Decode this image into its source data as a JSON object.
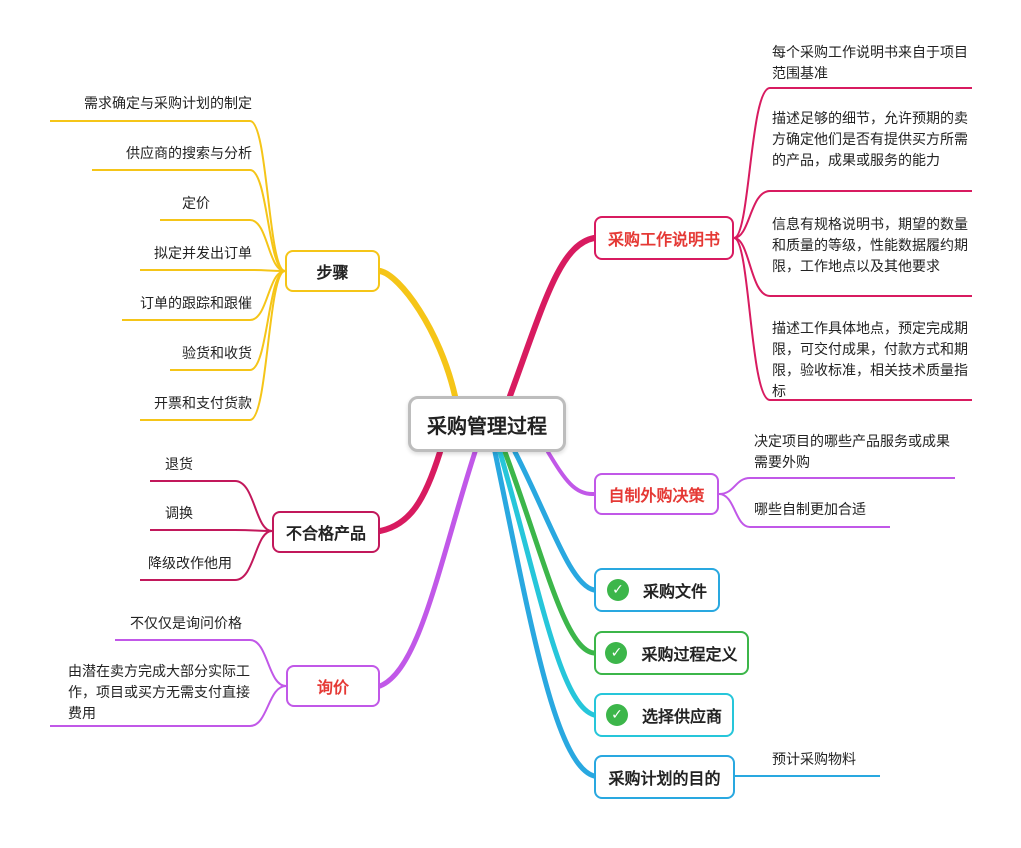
{
  "root": {
    "label": "采购管理过程"
  },
  "steps": {
    "label": "步骤",
    "color": "#f5c518",
    "items": [
      "需求确定与采购计划的制定",
      "供应商的搜索与分析",
      "定价",
      "拟定并发出订单",
      "订单的跟踪和跟催",
      "验货和收货",
      "开票和支付货款"
    ]
  },
  "nonconforming": {
    "label": "不合格产品",
    "color": "#c2185b",
    "items": [
      "退货",
      "调换",
      "降级改作他用"
    ]
  },
  "inquiry": {
    "label": "询价",
    "color": "#c158e8",
    "items": [
      "不仅仅是询问价格",
      "由潜在卖方完成大部分实际工作，项目或买方无需支付直接费用"
    ]
  },
  "sow": {
    "label": "采购工作说明书",
    "color": "#d81b60",
    "items": [
      "每个采购工作说明书来自于项目范围基准",
      "描述足够的细节，允许预期的卖方确定他们是否有提供买方所需的产品，成果或服务的能力",
      "信息有规格说明书，期望的数量和质量的等级，性能数据履约期限，工作地点以及其他要求",
      "描述工作具体地点，预定完成期限，可交付成果，付款方式和期限，验收标准，相关技术质量指标"
    ]
  },
  "makebuy": {
    "label": "自制外购决策",
    "color": "#c158e8",
    "items": [
      "决定项目的哪些产品服务或成果需要外购",
      "哪些自制更加合适"
    ]
  },
  "docs": {
    "label": "采购文件",
    "color": "#29a8e0"
  },
  "process": {
    "label": "采购过程定义",
    "color": "#3cb64a"
  },
  "supplier": {
    "label": "选择供应商",
    "color": "#26c6da"
  },
  "purpose": {
    "label": "采购计划的目的",
    "color": "#29a8e0",
    "items": [
      "预计采购物料"
    ]
  }
}
